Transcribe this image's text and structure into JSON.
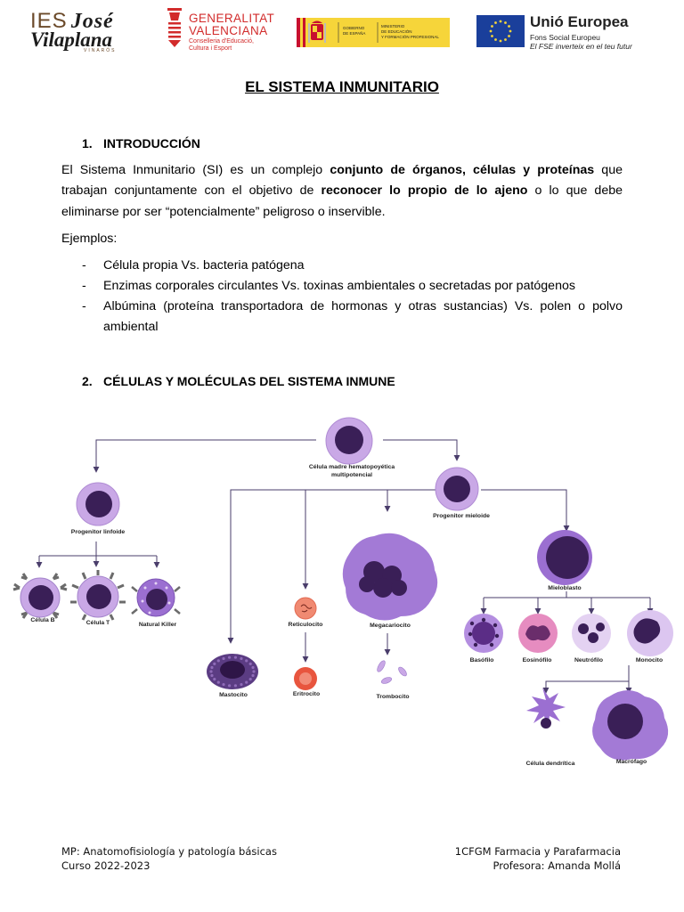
{
  "header": {
    "school_line1": "IES",
    "school_name1": "José",
    "school_name2": "Vilaplana",
    "school_place": "VINARÒS",
    "gva_line1": "GENERALITAT",
    "gva_line2": "VALENCIANA",
    "gva_line3": "Conselleria d'Educació,",
    "gva_line4": "Cultura i Esport",
    "gob_line1": "GOBIERNO",
    "gob_line2": "DE ESPAÑA",
    "min_line1": "MINISTERIO",
    "min_line2": "DE EDUCACIÓN",
    "min_line3": "Y FORMACIÓN PROFESIONAL",
    "eu_title": "Unió Europea",
    "eu_line1": "Fons Social Europeu",
    "eu_line2": "El FSE inverteix en el teu futur"
  },
  "title": "EL SISTEMA INMUNITARIO",
  "section1": {
    "number": "1.",
    "heading": "INTRODUCCIÓN",
    "p1_a": "El Sistema Inmunitario (SI) es un complejo ",
    "p1_b": "conjunto de órganos, células y proteínas",
    "p1_c": " que trabajan conjuntamente con el objetivo de ",
    "p1_d": "reconocer lo propio de lo ajeno",
    "p1_e": " o lo que debe eliminarse por ser “potencialmente” peligroso o inservible.",
    "examples_label": "Ejemplos:",
    "bullets": [
      "Célula propia Vs. bacteria patógena",
      "Enzimas corporales circulantes Vs. toxinas ambientales o secretadas por patógenos",
      "Albúmina (proteína transportadora de hormonas y otras sustancias) Vs. polen o polvo ambiental"
    ]
  },
  "section2": {
    "number": "2.",
    "heading": "CÉLULAS Y MOLÉCULAS DEL SISTEMA INMUNE"
  },
  "diagram": {
    "stem_1": "Célula madre hematopoyética",
    "stem_2": "multipotencial",
    "lymphoid": "Progenitor linfoide",
    "myeloid": "Progenitor mieloide",
    "b_cell": "Célula B",
    "t_cell": "Célula T",
    "nk": "Natural Killer",
    "mast": "Mastocito",
    "reticulocyte": "Reticulocito",
    "erythrocyte": "Eritrocito",
    "megakaryocyte": "Megacariocito",
    "thrombocyte": "Trombocito",
    "myeloblast": "Mieloblasto",
    "basophil": "Basófilo",
    "eosinophil": "Eosinófilo",
    "neutrophil": "Neutrófilo",
    "monocyte": "Monocito",
    "dendritic": "Célula dendrítica",
    "macrophage": "Macrófago"
  },
  "footer": {
    "left1": "MP: Anatomofisiología y patología básicas",
    "left2": "Curso 2022-2023",
    "right1": "1CFGM Farmacia y Parafarmacia",
    "right2": "Profesora: Amanda Mollá"
  },
  "colors": {
    "cell_body": "#c9a8e6",
    "nucleus": "#3a1f57",
    "erythrocyte": "#e8553e",
    "eu_blue": "#1a3f9b",
    "spain_yellow": "#f6d53a",
    "gva_red": "#d22b2b"
  }
}
